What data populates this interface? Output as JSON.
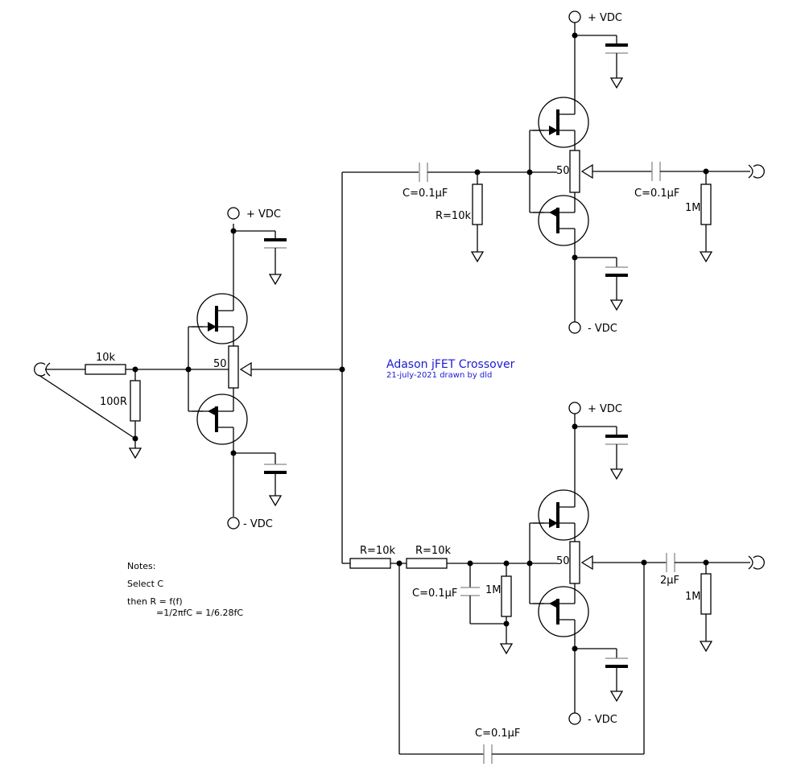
{
  "title": "Adason jFET Crossover",
  "subtitle": "21-july-2021 drawn by dld",
  "supply": {
    "pos": "+ VDC",
    "neg": "- VDC"
  },
  "input_stage": {
    "r_series": "10k",
    "r_shunt": "100R",
    "pot": "50"
  },
  "high_pass": {
    "cap1": "C=0.1µF",
    "res": "R=10k",
    "pot": "50",
    "cap_out": "C=0.1µF",
    "r_out": "1M"
  },
  "low_pass": {
    "r1": "R=10k",
    "r2": "R=10k",
    "cap1": "C=0.1µF",
    "r_bias": "1M",
    "pot": "50",
    "cap_out": "2µF",
    "r_out": "1M",
    "cap_fb": "C=0.1µF"
  },
  "notes": {
    "heading": "Notes:",
    "line1": "Select C",
    "line2": "then R = f(f)",
    "line3": "=1/2πfC = 1/6.28fC"
  }
}
